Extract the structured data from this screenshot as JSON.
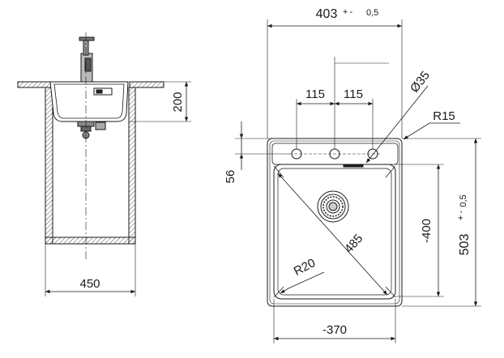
{
  "side_view": {
    "height_label": "200",
    "width_label": "450"
  },
  "top_view": {
    "overall_width_label": "403",
    "overall_width_tol_sign": "+ -",
    "overall_width_tol_value": "0,5",
    "tap_hole_spacing_left": "115",
    "tap_hole_spacing_right": "115",
    "tap_hole_diameter": "Ø35",
    "corner_radius_outer": "R15",
    "tap_ledge_depth": "56",
    "bowl_height_label": "-400",
    "overall_depth_label": "503",
    "overall_depth_tol_sign": "+ -",
    "overall_depth_tol_value": "0,5",
    "bowl_diagonal": "485",
    "bowl_corner_radius": "R20",
    "bowl_width_label": "-370"
  },
  "colors": {
    "line": "#1a1a1a",
    "hatch": "#555555",
    "tap": "#333333"
  }
}
